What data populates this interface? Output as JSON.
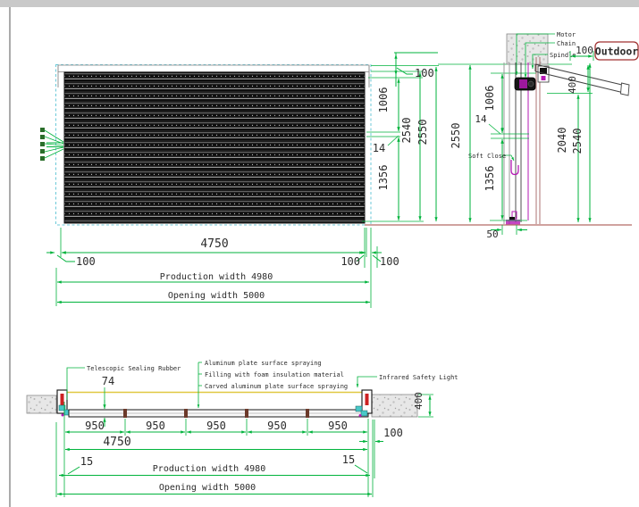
{
  "drawing": {
    "front_view": {
      "dim_header_100": "100",
      "dim_1006": "1006",
      "dim_14": "14",
      "dim_1356": "1356",
      "dim_2540": "2540",
      "dim_2550": "2550",
      "dim_4750": "4750",
      "dim_100_left": "100",
      "dim_100_right_a": "100",
      "dim_100_right_b": "100",
      "production_width": "Production width 4980",
      "opening_width": "Opening width 5000"
    },
    "side_view": {
      "labels": {
        "motor": "Motor",
        "chain": "Chain",
        "spindle": "Spindle",
        "outdoor": "Outdoor",
        "soft_close": "Soft Close"
      },
      "dims": {
        "top_100": "100",
        "canopy_400": "400",
        "rail_2040": "2040",
        "outer_2540": "2540",
        "opening_2550": "2550",
        "top_1006": "1006",
        "gap_14": "14",
        "bottom_1356": "1356",
        "floor_50": "50"
      }
    },
    "plan_view": {
      "labels": {
        "telescopic": "Telescopic Sealing Rubber",
        "aluminum": "Aluminum plate surface spraying",
        "foam": "Filling with foam insulation material",
        "carved": "Carved aluminum plate surface spraying",
        "infrared": "Infrared Safety Light"
      },
      "segments": [
        "950",
        "950",
        "950",
        "950",
        "950"
      ],
      "dim_74": "74",
      "dim_4750": "4750",
      "dim_100": "100",
      "dim_400": "400",
      "dim_15_left": "15",
      "dim_15_right": "15",
      "production_width": "Production width 4980",
      "opening_width": "Opening width 5000"
    },
    "colors": {
      "dimension_green": "#00b33c",
      "opening_outline_cyan": "#6cc9d8",
      "hardware_magenta": "#b519b5",
      "floor_red": "#b36b66",
      "outdoor_badge_border": "#a03030",
      "infrared_beam_yellow": "#e0c840",
      "sensor_red": "#cc2222",
      "seal_cyan": "#49c8c8"
    }
  }
}
